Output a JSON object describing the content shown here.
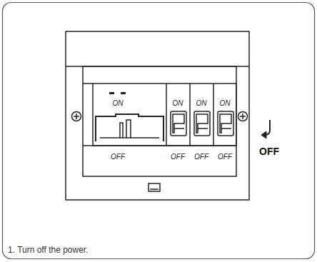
{
  "diagram": {
    "caption": "1. Turn off the power.",
    "labels": [
      "ON",
      "ON",
      "ON",
      "ON",
      "OFF",
      "OFF",
      "OFF",
      "OFF",
      "OFF"
    ]
  }
}
